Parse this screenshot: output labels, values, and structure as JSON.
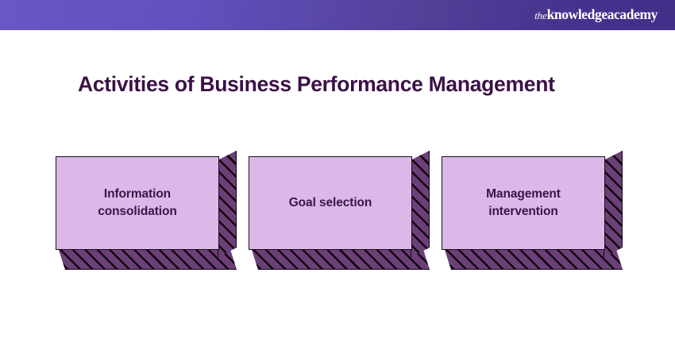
{
  "header": {
    "brand_prefix": "the",
    "brand_name": "knowledgeacademy",
    "gradient_from": "#6A57C4",
    "gradient_to": "#423089"
  },
  "title": "Activities of Business Performance Management",
  "title_color": "#3B1146",
  "diagram": {
    "type": "three-boxes",
    "box_face_color": "#DCB8E8",
    "box_side_color": "#6B4078",
    "box_label_color": "#3C1448",
    "boxes": [
      {
        "label": "Information\nconsolidation",
        "line1": "Information",
        "line2": "consolidation"
      },
      {
        "label": "Goal selection",
        "line1": "Goal selection",
        "line2": ""
      },
      {
        "label": "Management\nintervention",
        "line1": "Management",
        "line2": "intervention"
      }
    ]
  }
}
